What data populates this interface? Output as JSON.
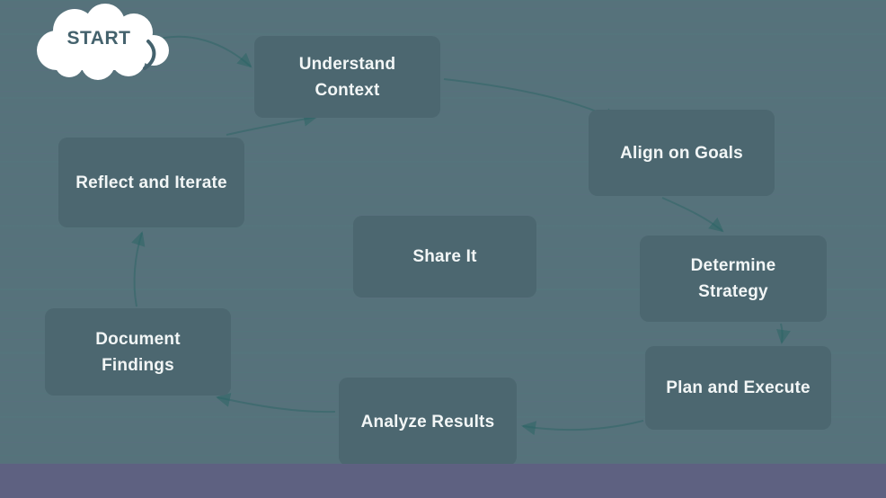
{
  "diagram": {
    "title": "process-cycle",
    "start": {
      "label": "START"
    },
    "nodes": [
      {
        "id": "understand-context",
        "label": "Understand Context"
      },
      {
        "id": "align-on-goals",
        "label": "Align on Goals"
      },
      {
        "id": "reflect-and-iterate",
        "label": "Reflect and Iterate"
      },
      {
        "id": "share-it",
        "label": "Share It"
      },
      {
        "id": "determine-strategy",
        "label": "Determine Strategy"
      },
      {
        "id": "document-findings",
        "label": "Document Findings"
      },
      {
        "id": "plan-and-execute",
        "label": "Plan and Execute"
      },
      {
        "id": "analyze-results",
        "label": "Analyze Results"
      }
    ],
    "edges": [
      {
        "from": "start",
        "to": "understand-context"
      },
      {
        "from": "understand-context",
        "to": "align-on-goals"
      },
      {
        "from": "align-on-goals",
        "to": "determine-strategy"
      },
      {
        "from": "determine-strategy",
        "to": "plan-and-execute"
      },
      {
        "from": "plan-and-execute",
        "to": "analyze-results"
      },
      {
        "from": "analyze-results",
        "to": "document-findings"
      },
      {
        "from": "document-findings",
        "to": "reflect-and-iterate"
      },
      {
        "from": "reflect-and-iterate",
        "to": "understand-context"
      }
    ],
    "colors": {
      "background": "#56727b",
      "node_fill": "#4c6770",
      "node_text": "#f2f6f6",
      "bottom_band": "#5e6181",
      "cloud_fill": "#ffffff",
      "cloud_text": "#44626d",
      "arrow": "#2d6468"
    }
  }
}
